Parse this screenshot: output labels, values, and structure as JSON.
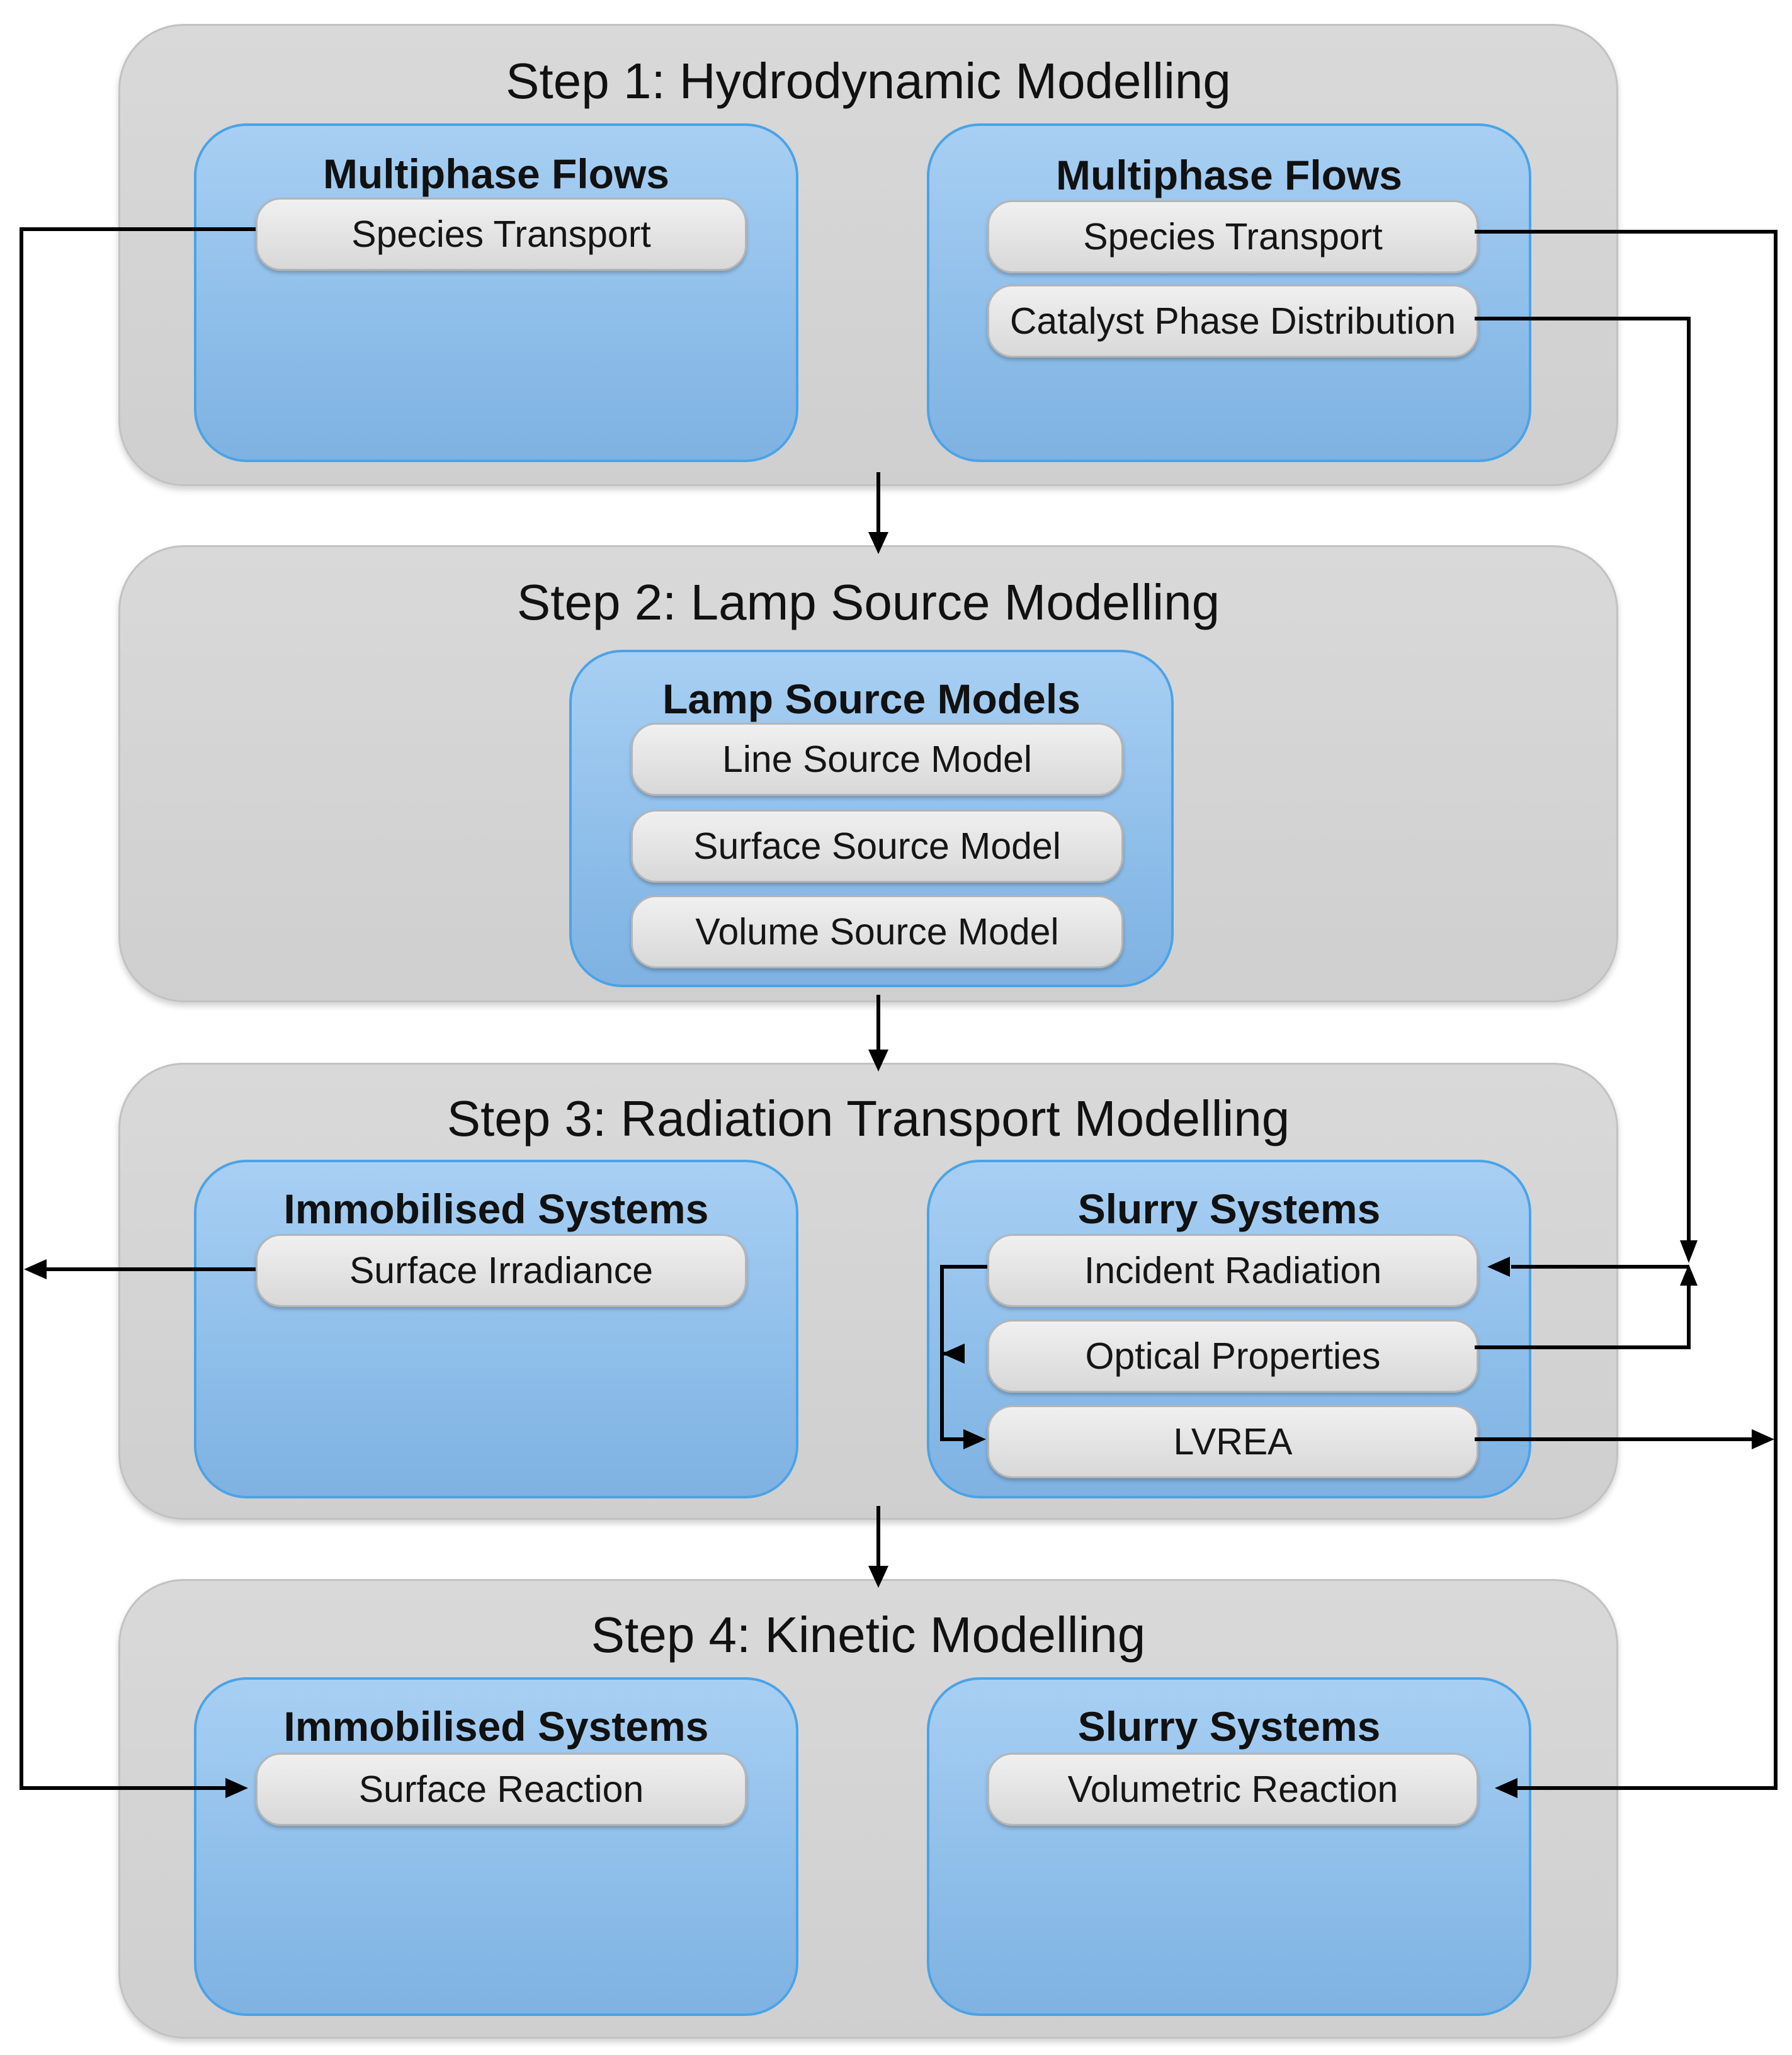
{
  "steps": [
    {
      "title": "Step 1: Hydrodynamic Modelling",
      "groups": [
        {
          "title": "Multiphase Flows",
          "items": [
            "Species Transport"
          ]
        },
        {
          "title": "Multiphase Flows",
          "items": [
            "Species Transport",
            "Catalyst Phase Distribution"
          ]
        }
      ]
    },
    {
      "title": "Step 2: Lamp Source Modelling",
      "groups": [
        {
          "title": "Lamp Source Models",
          "items": [
            "Line Source Model",
            "Surface Source Model",
            "Volume Source Model"
          ]
        }
      ]
    },
    {
      "title": "Step 3: Radiation Transport  Modelling",
      "groups": [
        {
          "title": "Immobilised Systems",
          "items": [
            "Surface Irradiance"
          ]
        },
        {
          "title": "Slurry Systems",
          "items": [
            "Incident Radiation",
            "Optical Properties",
            "LVREA"
          ]
        }
      ]
    },
    {
      "title": "Step 4: Kinetic Modelling",
      "groups": [
        {
          "title": "Immobilised Systems",
          "items": [
            "Surface Reaction"
          ]
        },
        {
          "title": "Slurry Systems",
          "items": [
            "Volumetric Reaction"
          ]
        }
      ]
    }
  ]
}
